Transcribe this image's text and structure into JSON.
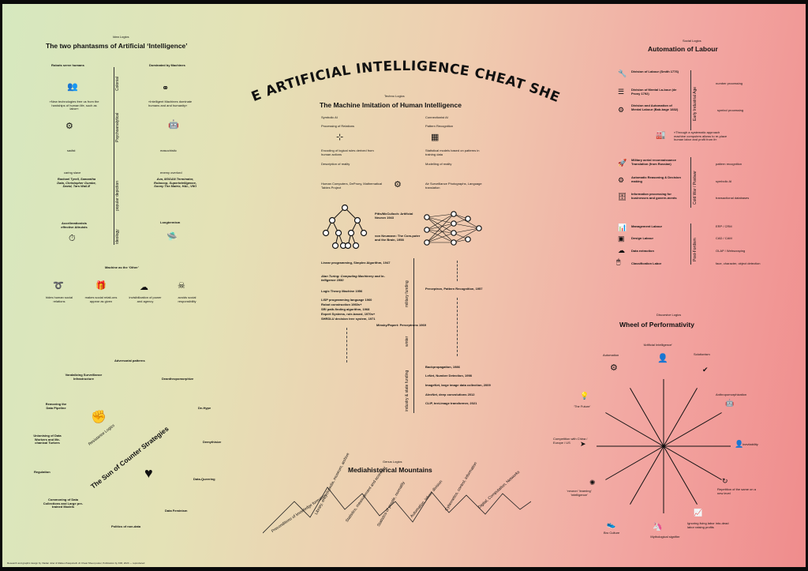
{
  "main_title": "THE ARTIFICIAL INTELLIGENCE CHEAT SHEET",
  "ideo": {
    "kicker": "Idea Logics",
    "title": "The two phantasms of Artificial ‘Intelligence’",
    "left_head": "Robots serve humans",
    "right_head": "Dominated by Machines",
    "left_quote": "»New technologies free us from the hardships of human life, such as labor«",
    "right_quote": "»Intelligent Machines dominate humans and and humanity«",
    "v_colonial": "Colonial",
    "v_psycho": "Psychoanalytical",
    "v_popular": "popular depiction",
    "v_ideology": "ideology",
    "sadist": "sadist",
    "masochistic": "masochistic",
    "caring_slave": "caring slave",
    "caring_names": "Rachael Tyrell, Samantha Data, Christopher Gumbe, David, Tars Wall-E",
    "enemy": "enemy overlord",
    "enemy_names": "Ava, M3GAN Terminator, Robocop, Superintelligence, Sonny The Matrix, HAL, VIKI",
    "accel": "Accellerationists effective Altruists",
    "long": "Longtermism"
  },
  "other": {
    "title": "Machine as the ‘Other’",
    "items": [
      "hides human social relations",
      "makes social relati-ons appear as given",
      "invisibilization of power and agency",
      "avoids social responsibility"
    ]
  },
  "techno": {
    "kicker": "Techno Logics",
    "title": "The Machine Imitation of Human Intelligence",
    "sym": "Symbolic AI",
    "conn": "Connectionist AI",
    "proc": "Processing of Relations",
    "patt": "Pattern Recognition",
    "enc": "Encoding of logical rules derived from human actions",
    "stat": "Statistical models based on patterns in training data",
    "desc": "Description of reality",
    "model": "Modelling of reality",
    "hum": "Human Computers, DeProny, Mathematical Tables Project",
    "air": "Air Surveillance Photographs, Language translation",
    "pitts": "Pitts/McCulloch: Artificial Neuron 1943",
    "vonn": "von Neumann: The Com-puter and the Brain, 1958",
    "left_list": [
      "Linear programming, Simplex Algorithm, 1947",
      "Alan Turing: Computing Machinery and In-telligence 1950",
      "Logic Theory Machine 1956",
      "LISP programming language 1960",
      "Robot construction 1960s+",
      "SRI path-finding algorithm, 1968",
      "Expert Systems, rule-based, 1970s+",
      "SHRDLU decision tree system, 1971"
    ],
    "percep": "Perceptron, Pattern Recognition, 1957",
    "minsky": "Minsky/Papert: Perceptrons 1969",
    "winter": "winter",
    "military": "military funding",
    "industry": "industry & state funding",
    "right_list": [
      "Backpropagation, 1986",
      "LeNet, Number Detection, 1998",
      "ImageNet, large image data collection, 2009",
      "AlexNet, deep convolutions 2012",
      "CLIP, text-image transformer, 2021"
    ]
  },
  "labour": {
    "kicker": "Social Logics",
    "title": "Automation of Labour",
    "v_early": "Early Industrial Age",
    "v_cold": "Cold War / Postwar",
    "v_post": "Post-Fordism",
    "rows": [
      {
        "left": "Division of Labour (Smith 1776)",
        "right": "number processing"
      },
      {
        "left": "Division of Mental La-bour (de Prony 1792)",
        "right": ""
      },
      {
        "left": "Division and Automation of Mental Labour (Bab-bage 1832)",
        "right": "symbol processing"
      },
      {
        "left": "»Through a systematic approach machine computers allows to re-place human labor and profit from it«",
        "right": ""
      },
      {
        "left": "Military aerial reconnaissance Translation (from Russian)",
        "right": "pattern recognition"
      },
      {
        "left": "Automatic Reasoning & Decision making",
        "right": "symbolic AI"
      },
      {
        "left": "Information processing for businesses and govern-ments",
        "right": "transactional databases"
      },
      {
        "left": "Management Labour",
        "right": "ERP / CRM"
      },
      {
        "left": "Design Labour",
        "right": "CAD / CAM"
      },
      {
        "left": "Data extraction",
        "right": "OLAP / Webscraping"
      },
      {
        "left": "Classification Labor",
        "right": "face, character, object detection"
      }
    ]
  },
  "wheel": {
    "kicker": "Discursive Logics",
    "title": "Wheel of Performativity",
    "labels": [
      "‘Artificial Intelligence’",
      "Solutionism",
      "Anthropomorphization",
      "Inevitability",
      "Repetition of the same on a new level",
      "Ignoring living labor into-dead labor raising profits",
      "Mythological signifier",
      "Bro Culture",
      "‘neuron’ ‘learning’ ‘intelligence’",
      "Competition with China / Europe / US",
      "‘The Future’",
      "Automation"
    ]
  },
  "sun": {
    "kicker": "Resistance Logics",
    "title": "The Sun of Counter Strategies",
    "rays": [
      "Adversarial patterns",
      "Deanthropomorphize",
      "De-Hype",
      "Demythisize",
      "Data-Queering",
      "Data Feminism",
      "Politics of non-data",
      "Commoning of Data Collections and Large pre-trained Models",
      "Regulation",
      "Unionising of Data Workers and Me-chanical Turkers",
      "Removing the Data Pipeline",
      "Vandalizing Surveillance Infrastructure"
    ]
  },
  "mountains": {
    "kicker": "Genus Logics",
    "title": "Mediahistorical Mountains",
    "peaks": [
      "Preconditions of knowledge formation",
      "Library, encyclopedia, museum, archive",
      "Statistics, measurement and economy",
      "Statistics of people, normality",
      "Automation, labour division",
      "Cybernetics, control, information",
      "Digital, Computation, Networks"
    ]
  },
  "footer": "Research and graphic design by Vladan Joler & Matteo Pasquinelli. AI Cheat Sheet poster, Publication by KIM, 2023 — reproduced"
}
